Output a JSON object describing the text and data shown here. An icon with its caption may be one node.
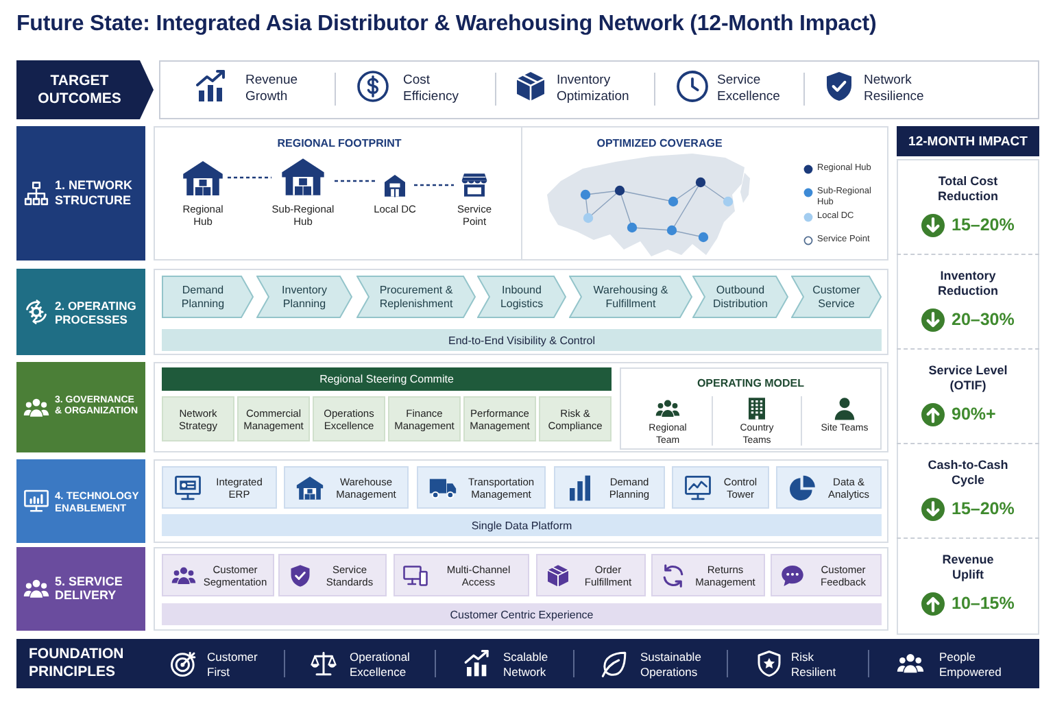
{
  "diagram": {
    "title": "Future State: Integrated Asia Distributor & Warehousing Network (12-Month Impact)",
    "nodes": [
      {
        "text": [
          "TARGET OUTCOMES"
        ]
      },
      {
        "text": [
          "1. NETWORK STRUCTURE"
        ]
      },
      {
        "text": [
          "REGIONAL FOOTPRINT"
        ]
      },
      {
        "text": [
          "Regional Hub"
        ],
        "in": 2
      },
      {
        "text": [
          "Sub-Regional Hub"
        ],
        "in": 2
      },
      {
        "text": [
          "Local DC"
        ],
        "in": 2
      },
      {
        "text": [
          "Service Point"
        ],
        "in": 2
      },
      {
        "text": [
          "OPTIMIZED COVERAGE"
        ]
      },
      {
        "text": [
          "2. OPERATING PROCESSES"
        ]
      },
      {
        "text": [
          "Demand Planning"
        ]
      },
      {
        "text": [
          "Inventory Planning"
        ]
      },
      {
        "text": [
          "Procurement & Replenishment"
        ]
      },
      {
        "text": [
          "Inbound Logistics"
        ]
      },
      {
        "text": [
          "Warehousing & Fulfillment"
        ]
      },
      {
        "text": [
          "Outbound Distribution"
        ]
      },
      {
        "text": [
          "Customer Service"
        ]
      },
      {
        "text": [
          "End-to-End Visibility & Control"
        ]
      },
      {
        "text": [
          "3. GOVERNANCE & ORGANIZATION"
        ]
      },
      {
        "text": [
          "Regional Steering Commite"
        ]
      },
      {
        "text": [
          "Network Strategy"
        ]
      },
      {
        "text": [
          "Commercial Management"
        ]
      },
      {
        "text": [
          "Operations Excellence"
        ]
      },
      {
        "text": [
          "Finance Management"
        ]
      },
      {
        "text": [
          "Performance Management"
        ]
      },
      {
        "text": [
          "Risk & Compliance"
        ]
      },
      {
        "text": [
          "OPERATING MODEL"
        ]
      },
      {
        "text": [
          "4. TECHNOLOGY ENABLEMENT"
        ]
      },
      {
        "text": [
          "Integrated ERP"
        ]
      },
      {
        "text": [
          "Warehouse Management"
        ]
      },
      {
        "text": [
          "Transportation Management"
        ]
      },
      {
        "text": [
          "Demand Planning"
        ]
      },
      {
        "text": [
          "Control Tower"
        ]
      },
      {
        "text": [
          "Data & Analytics"
        ]
      },
      {
        "text": [
          "Single Data Platform"
        ]
      },
      {
        "text": [
          "5. SERVICE DELIVERY"
        ]
      },
      {
        "text": [
          "Customer Segmentation"
        ]
      },
      {
        "text": [
          "Service Standards"
        ]
      },
      {
        "text": [
          "Multi-Channel Access"
        ]
      },
      {
        "text": [
          "Order Fulfillment"
        ]
      },
      {
        "text": [
          "Returns Management"
        ]
      },
      {
        "text": [
          "Customer Feedback"
        ]
      },
      {
        "text": [
          "Customer Centric Experience"
        ]
      },
      {
        "text": [
          "12-MONTH IMPACT"
        ]
      },
      {
        "text": [
          "Total Cost Reduction",
          "15–20%"
        ]
      },
      {
        "text": [
          "Inventory Reduction",
          "20–30%"
        ]
      },
      {
        "text": [
          "Service Level (OTIF)",
          "90%+"
        ]
      },
      {
        "text": [
          "Cash-to-Cash Cycle",
          "15–20%"
        ]
      },
      {
        "text": [
          "Revenue Uplift",
          "10–15%"
        ]
      },
      {
        "text": [
          "FOUNDATION PRINCIPLES"
        ]
      }
    ],
    "edges": [
      {
        "from": 3,
        "to": 4,
        "arrow": "none",
        "style": "dashed"
      },
      {
        "from": 4,
        "to": 5,
        "arrow": "none",
        "style": "dashed"
      },
      {
        "from": 5,
        "to": 6,
        "arrow": "none",
        "style": "dashed"
      }
    ],
    "labels": [
      "Revenue Growth",
      "Cost Efficiency",
      "Inventory Optimization",
      "Service Excellence",
      "Network Resilience",
      "Regional Team",
      "Country Teams",
      "Site Teams",
      "Customer First",
      "Operational Excellence",
      "Scalable Network",
      "Sustainable Operations",
      "Risk Resilient",
      "People Empowered"
    ],
    "legend": [
      {
        "text": "Regional Hub",
        "color": "#1b3a7a"
      },
      {
        "text": "Sub-Regional Hub",
        "color": "#3d8ad6"
      },
      {
        "text": "Local DC",
        "color": "#a3cdf0"
      },
      {
        "text": "Service Point"
      }
    ]
  }
}
